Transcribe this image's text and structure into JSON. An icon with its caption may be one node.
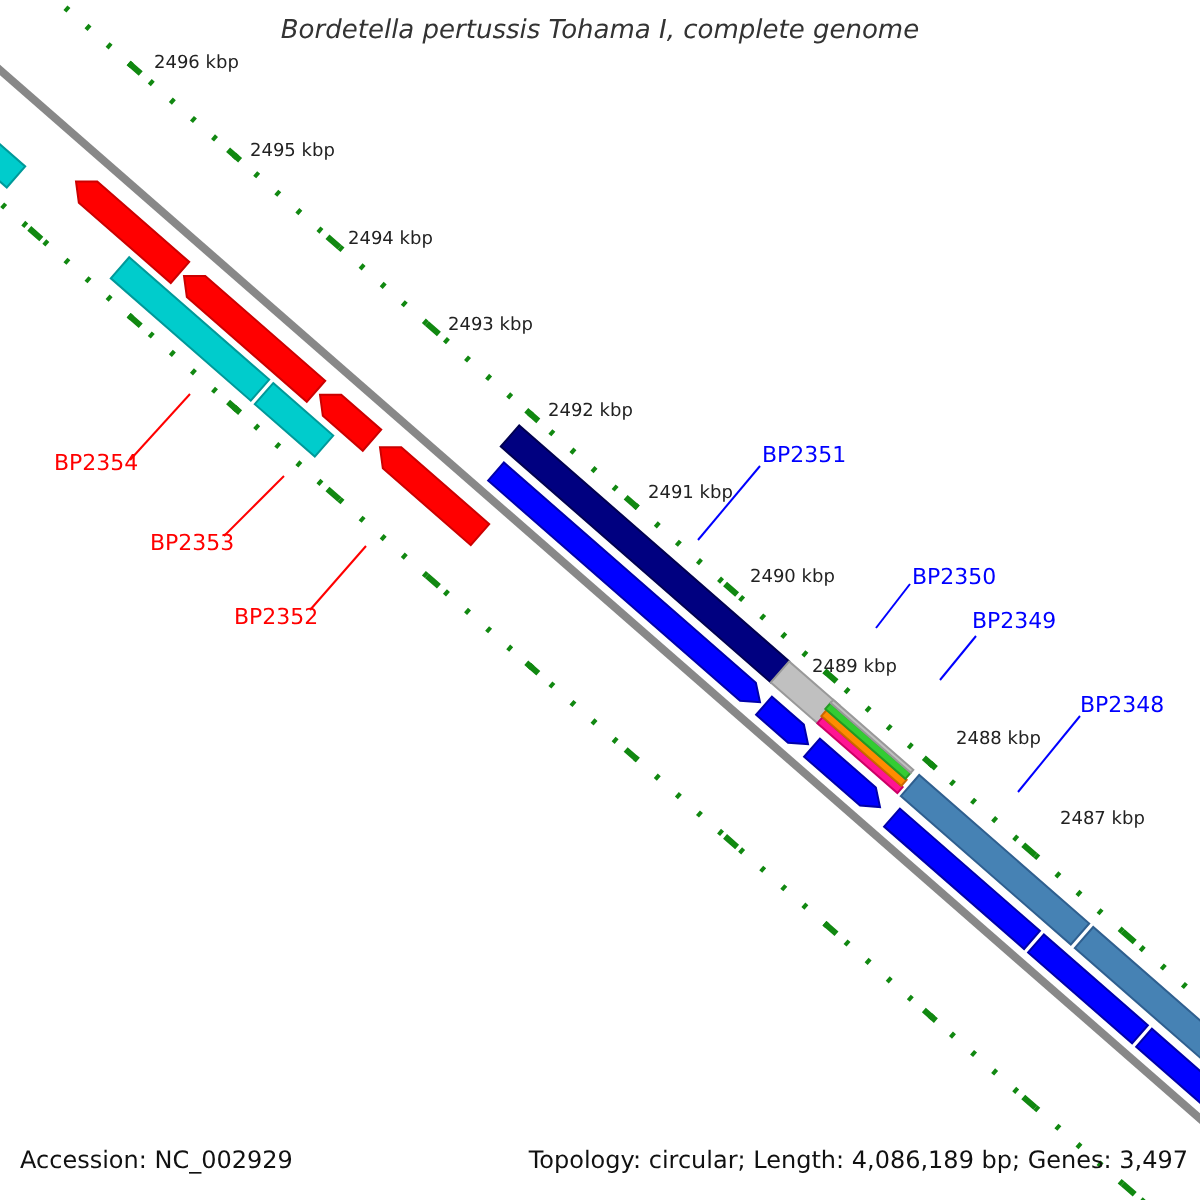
{
  "diagram": {
    "title": "Bordetella pertussis Tohama I, complete genome",
    "nodes": [
      {
        "text": [
          "BP2354"
        ]
      },
      {
        "text": [
          "BP2353"
        ]
      },
      {
        "text": [
          "BP2352"
        ]
      },
      {
        "text": [
          "BP2351"
        ]
      },
      {
        "text": [
          "BP2350"
        ]
      },
      {
        "text": [
          "BP2349"
        ]
      },
      {
        "text": [
          "BP2348"
        ]
      }
    ],
    "edges": [
      {
        "from": 0,
        "to": null,
        "arrow": "none",
        "color": "#ff0000"
      },
      {
        "from": 1,
        "to": null,
        "arrow": "none",
        "color": "#ff0000"
      },
      {
        "from": 2,
        "to": null,
        "arrow": "none",
        "color": "#ff0000"
      },
      {
        "from": 3,
        "to": null,
        "arrow": "none"
      },
      {
        "from": 4,
        "to": null,
        "arrow": "none"
      },
      {
        "from": 5,
        "to": null,
        "arrow": "none"
      },
      {
        "from": 6,
        "to": null,
        "arrow": "none"
      }
    ],
    "labels": [
      "2496 kbp",
      "2495 kbp",
      "2494 kbp",
      "2493 kbp",
      "2492 kbp",
      "2491 kbp",
      "2490 kbp",
      "2489 kbp",
      "2488 kbp",
      "2487 kbp",
      "Accession: NC_002929",
      "Topology: circular; Length: 4,086,189 bp; Genes: 3,497"
    ]
  }
}
